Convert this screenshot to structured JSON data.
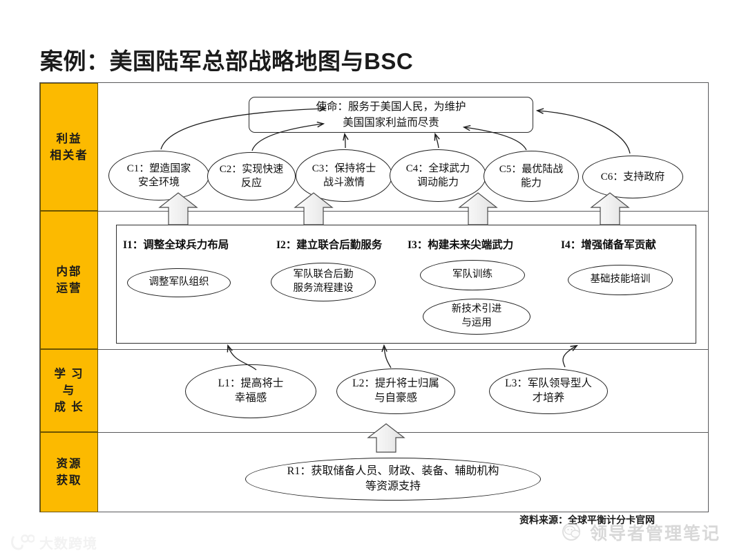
{
  "slide": {
    "title": "案例：美国陆军总部战略地图与BSC",
    "source_note": "资料来源：全球平衡计分卡官网"
  },
  "colors": {
    "perspective_band": "#FCBA00",
    "band_border": "#6B5300",
    "frame_border": "#58585A",
    "node_border": "#1F1F1F",
    "block_arrow_fill": "#EFEFEF",
    "block_arrow_stroke": "#4A4A4A"
  },
  "perspectives": [
    {
      "id": "stakeholder",
      "label": "利益\n相关者",
      "lines": [
        "利益",
        "相关者"
      ]
    },
    {
      "id": "internal",
      "label": "内部\n运营",
      "lines": [
        "内部",
        "运营"
      ]
    },
    {
      "id": "learning",
      "label": "学习\n与\n成长",
      "lines": [
        "学 习",
        "与",
        "成 长"
      ]
    },
    {
      "id": "resource",
      "label": "资源\n获取",
      "lines": [
        "资源",
        "获取"
      ]
    }
  ],
  "mission": {
    "line1": "使命：服务于美国人民，为维护",
    "line2": "美国国家利益而尽责"
  },
  "stakeholder_nodes": [
    {
      "code": "C1",
      "line1": "C1：塑造国家",
      "line2": "安全环境"
    },
    {
      "code": "C2",
      "line1": "C2：实现快速",
      "line2": "反应"
    },
    {
      "code": "C3",
      "line1": "C3：保持将士",
      "line2": "战斗激情"
    },
    {
      "code": "C4",
      "line1": "C4：全球武力",
      "line2": "调动能力"
    },
    {
      "code": "C5",
      "line1": "C5：最优陆战",
      "line2": "能力"
    },
    {
      "code": "C6",
      "line1": "C6：支持政府",
      "line2": ""
    }
  ],
  "internal_headings": [
    {
      "code": "I1",
      "text": "I1：调整全球兵力布局"
    },
    {
      "code": "I2",
      "text": "I2：建立联合后勤服务"
    },
    {
      "code": "I3",
      "text": "I3：构建未来尖端武力"
    },
    {
      "code": "I4",
      "text": "I4：增强储备军贡献"
    }
  ],
  "internal_nodes": [
    {
      "id": "i1-a",
      "line1": "调整军队组织",
      "line2": ""
    },
    {
      "id": "i2-a",
      "line1": "军队联合后勤",
      "line2": "服务流程建设"
    },
    {
      "id": "i3-a",
      "line1": "军队训练",
      "line2": ""
    },
    {
      "id": "i3-b",
      "line1": "新技术引进",
      "line2": "与运用"
    },
    {
      "id": "i4-a",
      "line1": "基础技能培训",
      "line2": ""
    }
  ],
  "learning_nodes": [
    {
      "code": "L1",
      "line1": "L1：提高将士",
      "line2": "幸福感"
    },
    {
      "code": "L2",
      "line1": "L2：提升将士归属",
      "line2": "与自豪感"
    },
    {
      "code": "L3",
      "line1": "L3：军队领导型人",
      "line2": "才培养"
    }
  ],
  "resource_nodes": [
    {
      "code": "R1",
      "line1": "R1：获取储备人员、财政、装备、辅助机构",
      "line2": "等资源支持"
    }
  ],
  "watermarks": {
    "left": "大数跨境",
    "right": "领导者管理笔记"
  }
}
